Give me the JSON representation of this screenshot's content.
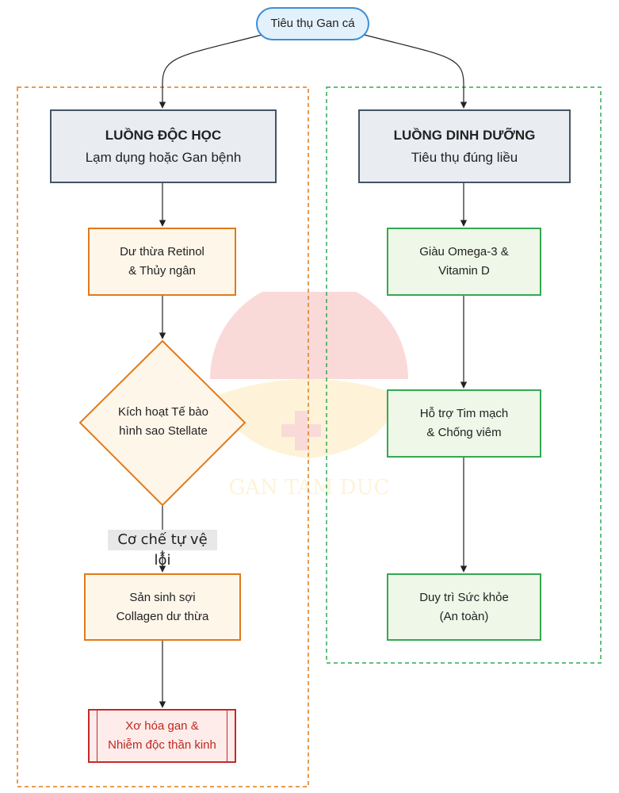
{
  "diagram": {
    "start": "Tiêu thụ Gan cá",
    "toxic": {
      "title": "LUỒNG ĐỘC HỌC",
      "subtitle": "Lạm dụng hoặc Gan bệnh",
      "step1": [
        "Dư thừa Retinol",
        "& Thủy ngân"
      ],
      "decision": [
        "Kích hoạt Tế bào",
        "hình sao Stellate"
      ],
      "edge_label": "Cơ chế tự vệ lỗi",
      "step2": [
        "Sản sinh sợi",
        "Collagen dư thừa"
      ],
      "outcome": [
        "Xơ hóa gan &",
        "Nhiễm độc thần kinh"
      ]
    },
    "nutrition": {
      "title": "LUỒNG DINH DƯỠNG",
      "subtitle": "Tiêu thụ đúng liều",
      "step1": [
        "Giàu Omega-3 &",
        "Vitamin D"
      ],
      "step2": [
        "Hỗ trợ Tim mạch",
        "& Chống viêm"
      ],
      "step3": [
        "Duy trì Sức khỏe",
        "(An toàn)"
      ]
    }
  },
  "watermark_text": "GAN TAM DUC",
  "colors": {
    "start_border": "#3d8ed6",
    "toxic_group_border": "#e07a1a",
    "nutrition_group_border": "#34a853",
    "outcome_red": "#c62828",
    "header_border": "#445566"
  }
}
